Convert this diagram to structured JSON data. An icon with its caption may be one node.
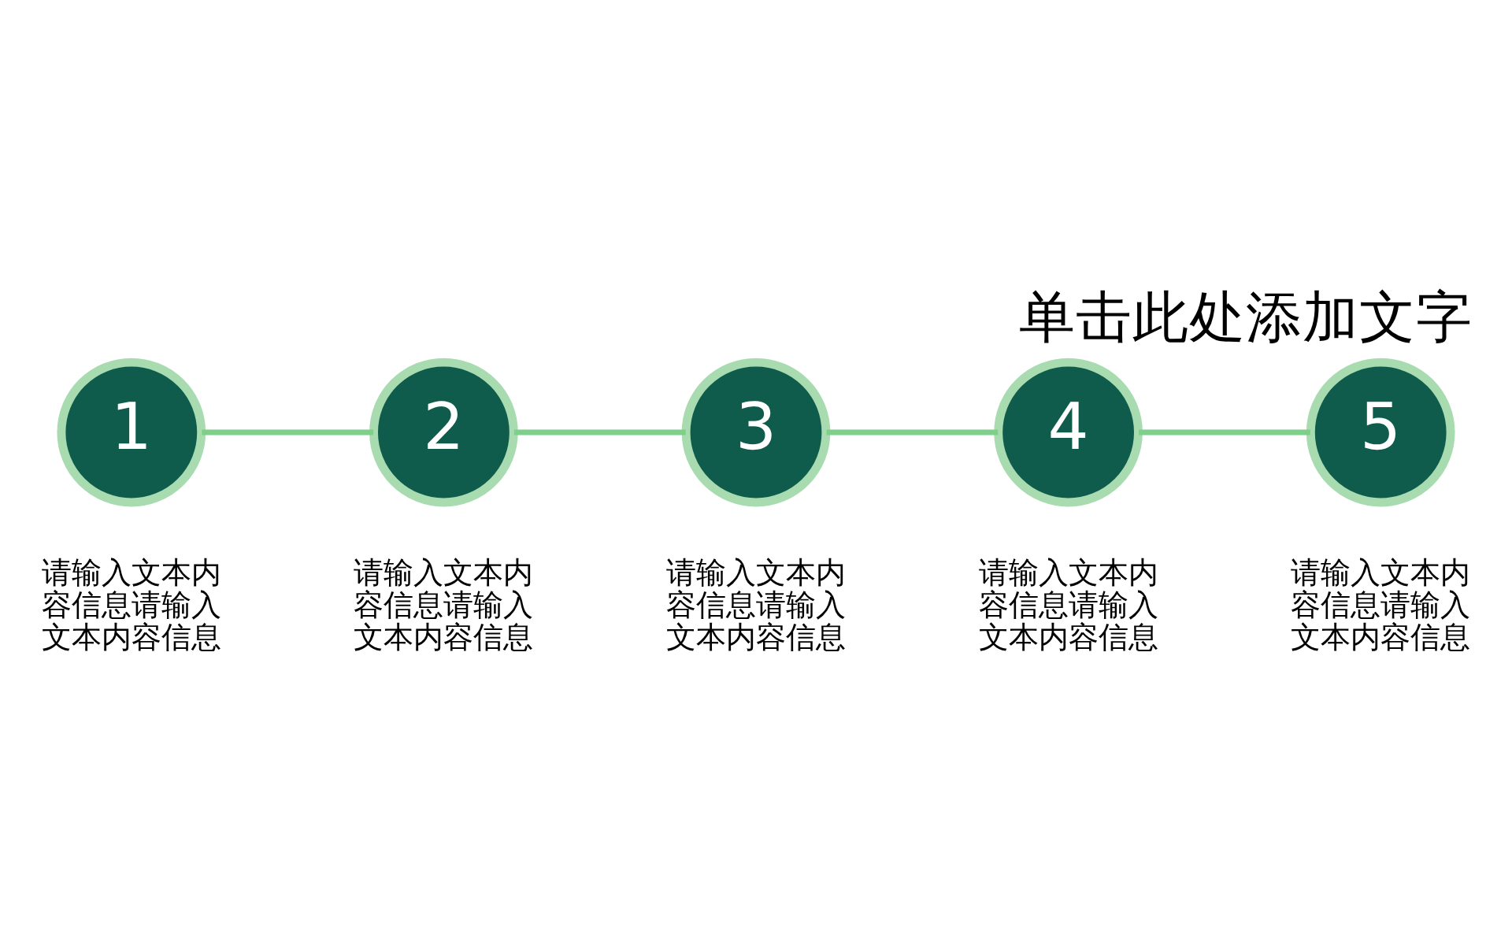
{
  "diagram": {
    "title": "单击此处添加文字",
    "nodes": [
      {
        "text": [
          "1"
        ],
        "beside": [
          "请输入文本内容信息请输入文本内容信息"
        ]
      },
      {
        "text": [
          "2"
        ],
        "beside": [
          "请输入文本内容信息请输入文本内容信息"
        ]
      },
      {
        "text": [
          "3"
        ],
        "beside": [
          "请输入文本内容信息请输入文本内容信息"
        ]
      },
      {
        "text": [
          "4"
        ],
        "beside": [
          "请输入文本内容信息请输入文本内容信息"
        ]
      },
      {
        "text": [
          "5"
        ],
        "beside": [
          "请输入文本内容信息请输入文本内容信息"
        ]
      }
    ],
    "edges": [
      {
        "from": 0,
        "to": 1,
        "arrow": "none"
      },
      {
        "from": 1,
        "to": 2,
        "arrow": "none"
      },
      {
        "from": 2,
        "to": 3,
        "arrow": "none"
      },
      {
        "from": 3,
        "to": 4,
        "arrow": "none"
      }
    ]
  }
}
